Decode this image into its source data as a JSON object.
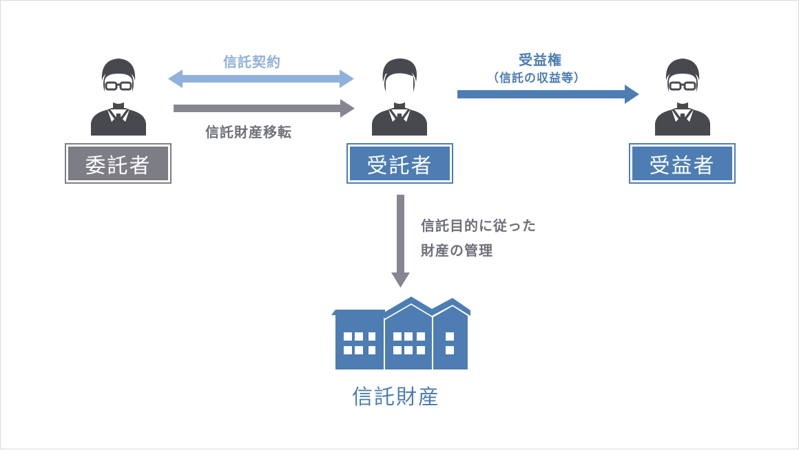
{
  "nodes": {
    "settlor": {
      "label": "委託者"
    },
    "trustee": {
      "label": "受託者"
    },
    "beneficiary": {
      "label": "受益者"
    },
    "property": {
      "label": "信託財産"
    }
  },
  "edges": {
    "contract": {
      "label": "信託契約"
    },
    "transfer": {
      "label": "信託財産移転"
    },
    "benefit": {
      "label": "受益権",
      "sublabel": "（信託の収益等）"
    },
    "manage": {
      "line1": "信託目的に従った",
      "line2": "財産の管理"
    }
  },
  "colors": {
    "settlor": "#7d7d85",
    "blue": "#4d7db2",
    "light_blue": "#8fb1dc",
    "gray_arrow": "#868690",
    "person": "#48494f"
  },
  "icons": {
    "person": "businessman-icon",
    "building": "building-icon"
  }
}
